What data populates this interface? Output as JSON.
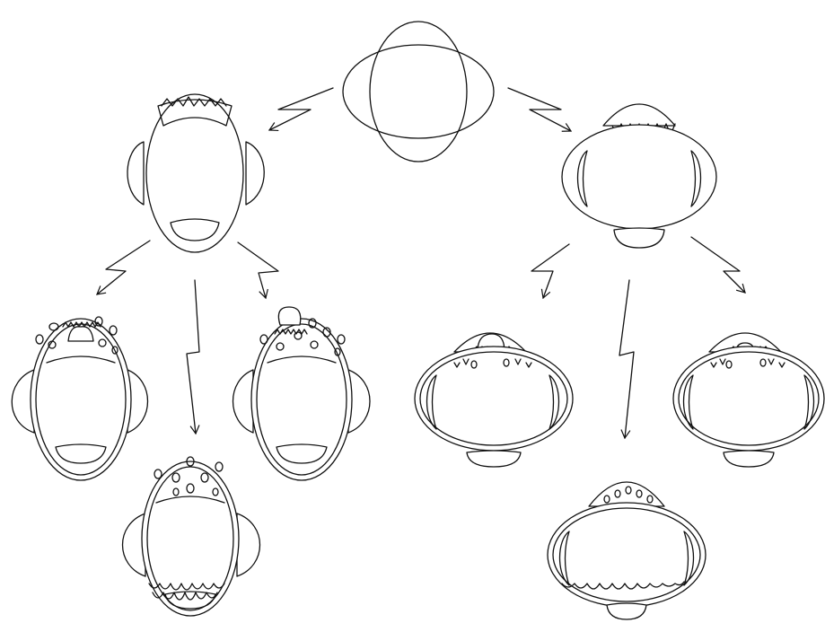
{
  "diagram": {
    "line_color": "#111111",
    "background": "#ffffff",
    "nodes": [
      {
        "id": "origin",
        "shape": "two crossed ellipses (horizontal and vertical)"
      },
      {
        "id": "left-parent",
        "shape": "vertical oval with side lobes, top serrated cap, bottom crescent"
      },
      {
        "id": "right-parent",
        "shape": "horizontal oval with side lobes, top serrated cap, bottom crescent"
      },
      {
        "id": "left-child-1",
        "shape": "double-walled vertical oval with ring of small bumps and central serrated knob"
      },
      {
        "id": "left-child-2",
        "shape": "double-walled vertical oval with bulbous top knob and bumps"
      },
      {
        "id": "left-child-3",
        "shape": "double-walled vertical oval with wavy serrated bottom and top bumps"
      },
      {
        "id": "right-child-1",
        "shape": "double-walled horizontal oval with cap, knob and bumps"
      },
      {
        "id": "right-child-2",
        "shape": "double-walled horizontal oval with cap and serrated knob"
      },
      {
        "id": "right-child-3",
        "shape": "double-walled horizontal oval with cap and wavy serrated bottom"
      }
    ],
    "arrows": [
      {
        "from": "origin",
        "to": "left-parent",
        "style": "zigzag"
      },
      {
        "from": "origin",
        "to": "right-parent",
        "style": "zigzag"
      },
      {
        "from": "left-parent",
        "to": "left-child-1",
        "style": "zigzag"
      },
      {
        "from": "left-parent",
        "to": "left-child-3",
        "style": "zigzag"
      },
      {
        "from": "left-parent",
        "to": "left-child-2",
        "style": "zigzag"
      },
      {
        "from": "right-parent",
        "to": "right-child-1",
        "style": "zigzag"
      },
      {
        "from": "right-parent",
        "to": "right-child-3",
        "style": "zigzag"
      },
      {
        "from": "right-parent",
        "to": "right-child-2",
        "style": "zigzag"
      }
    ]
  }
}
